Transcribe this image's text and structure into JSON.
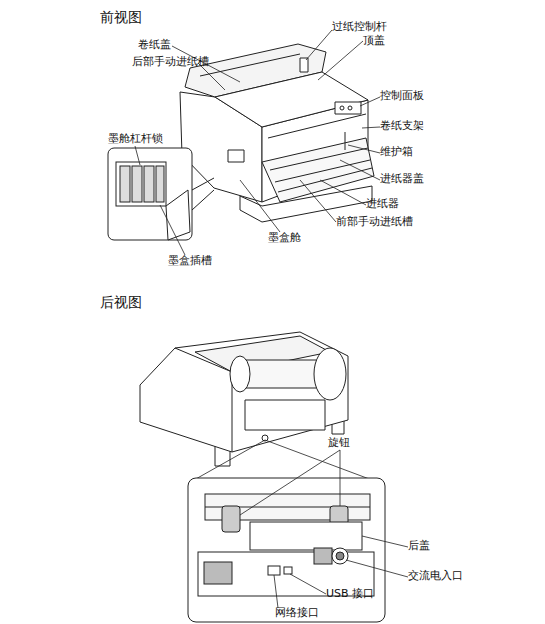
{
  "diagram": {
    "labels": [
      "前视图",
      "卷纸盖",
      "后部手动进纸槽",
      "过纸控制杆",
      "顶盖",
      "控制面板",
      "卷纸支架",
      "维护箱",
      "进纸器盖",
      "进纸器",
      "前部手动进纸槽",
      "墨舱杠杆锁",
      "墨盒舱",
      "墨盒插槽",
      "后视图",
      "旋钮",
      "后盖",
      "交流电入口",
      "USB 接口",
      "网络接口"
    ]
  }
}
